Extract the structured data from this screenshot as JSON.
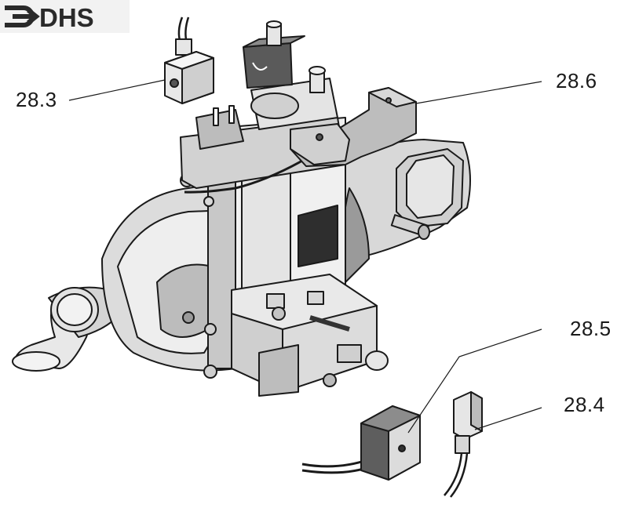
{
  "logo": {
    "text": "DHS"
  },
  "callouts": [
    {
      "id": "28.3",
      "label": "28.3"
    },
    {
      "id": "28.6",
      "label": "28.6"
    },
    {
      "id": "28.5",
      "label": "28.5"
    },
    {
      "id": "28.4",
      "label": "28.4"
    }
  ],
  "colors": {
    "line": "#1a1a1a",
    "shade_light": "#d6d6d6",
    "shade_mid": "#a8a8a8",
    "shade_dark": "#555555"
  }
}
